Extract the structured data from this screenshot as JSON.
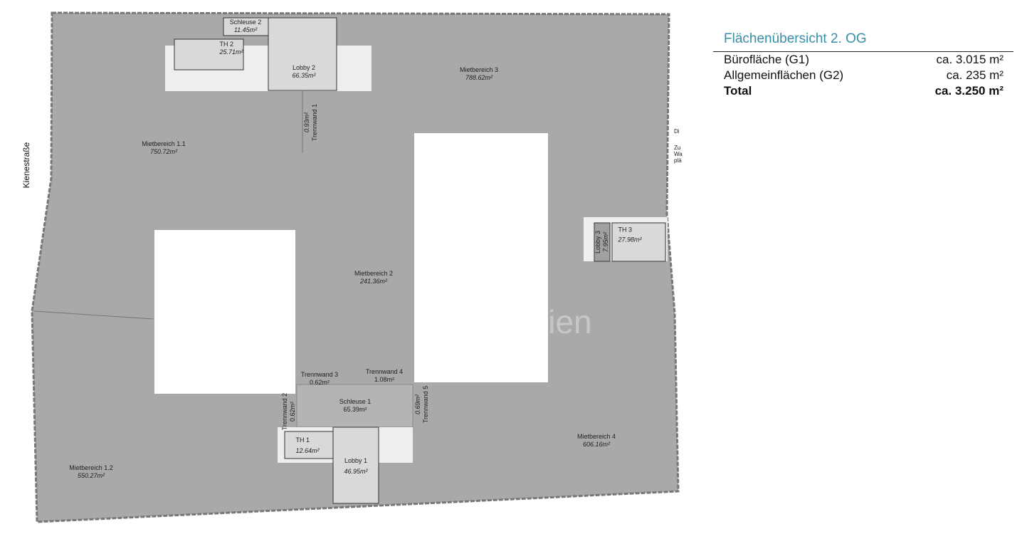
{
  "summary": {
    "title": "Flächenübersicht 2. OG",
    "rows": [
      {
        "label": "Bürofläche (G1)",
        "value": "ca. 3.015 m²"
      },
      {
        "label": "Allgemeinflächen (G2)",
        "value": "ca. 235 m²"
      },
      {
        "label": "Total",
        "value": "ca. 3.250 m²",
        "bold": true
      }
    ],
    "title_color": "#3a8fa7"
  },
  "plan": {
    "street": "Kienestraße",
    "colors": {
      "floor": "#a9a9a9",
      "core": "#d9d9d9",
      "wall": "#555555"
    },
    "rooms": [
      {
        "name": "Mietbereich 1.1",
        "area": "750.72m²"
      },
      {
        "name": "Mietbereich 1.2",
        "area": "550.27m²"
      },
      {
        "name": "Mietbereich 2",
        "area": "241.36m²"
      },
      {
        "name": "Mietbereich 3",
        "area": "788.62m²"
      },
      {
        "name": "Mietbereich 4",
        "area": "606.16m²"
      },
      {
        "name": "Schleuse 1",
        "area": "65.39m²"
      },
      {
        "name": "Schleuse 2",
        "area": "11.45m²"
      },
      {
        "name": "Lobby 1",
        "area": "46.95m²"
      },
      {
        "name": "Lobby 2",
        "area": "66.35m²"
      },
      {
        "name": "Lobby 3",
        "area": "7.95m²"
      },
      {
        "name": "TH 1",
        "area": "12.64m²"
      },
      {
        "name": "TH 2",
        "area": "25.71m²"
      },
      {
        "name": "TH 3",
        "area": "27.98m²"
      },
      {
        "name": "Trennwand 1",
        "area": "0.93m²"
      },
      {
        "name": "Trennwand 2",
        "area": "0.62m²"
      },
      {
        "name": "Trennwand 3",
        "area": "0.62m²"
      },
      {
        "name": "Trennwand 4",
        "area": "1.08m²"
      },
      {
        "name": "Trennwand 5",
        "area": "0.69m²"
      }
    ],
    "side_text": [
      "Di",
      "Zu",
      "Wa",
      "plä"
    ],
    "watermark": "lien"
  }
}
